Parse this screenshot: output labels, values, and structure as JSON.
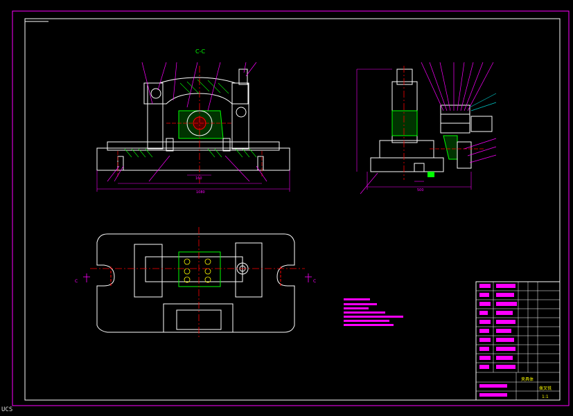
{
  "colors": {
    "background": "#000000",
    "frame": "#ff00ff",
    "part": "#ffffff",
    "centerline": "#ff0000",
    "dimension": "#ff00ff",
    "section": "#00ff00",
    "leader": "#00c8c8"
  },
  "drawing": {
    "section_label": "C-C",
    "section_arrow_label": "C",
    "dimension_total_front": "1080",
    "dimension_front_mid": "160",
    "dimension_side_width": "500"
  },
  "title_block": {
    "label_top": "夹具体",
    "label_name": "拨叉铣",
    "label_scale": "1:1"
  },
  "ucs_icon": "UCS"
}
